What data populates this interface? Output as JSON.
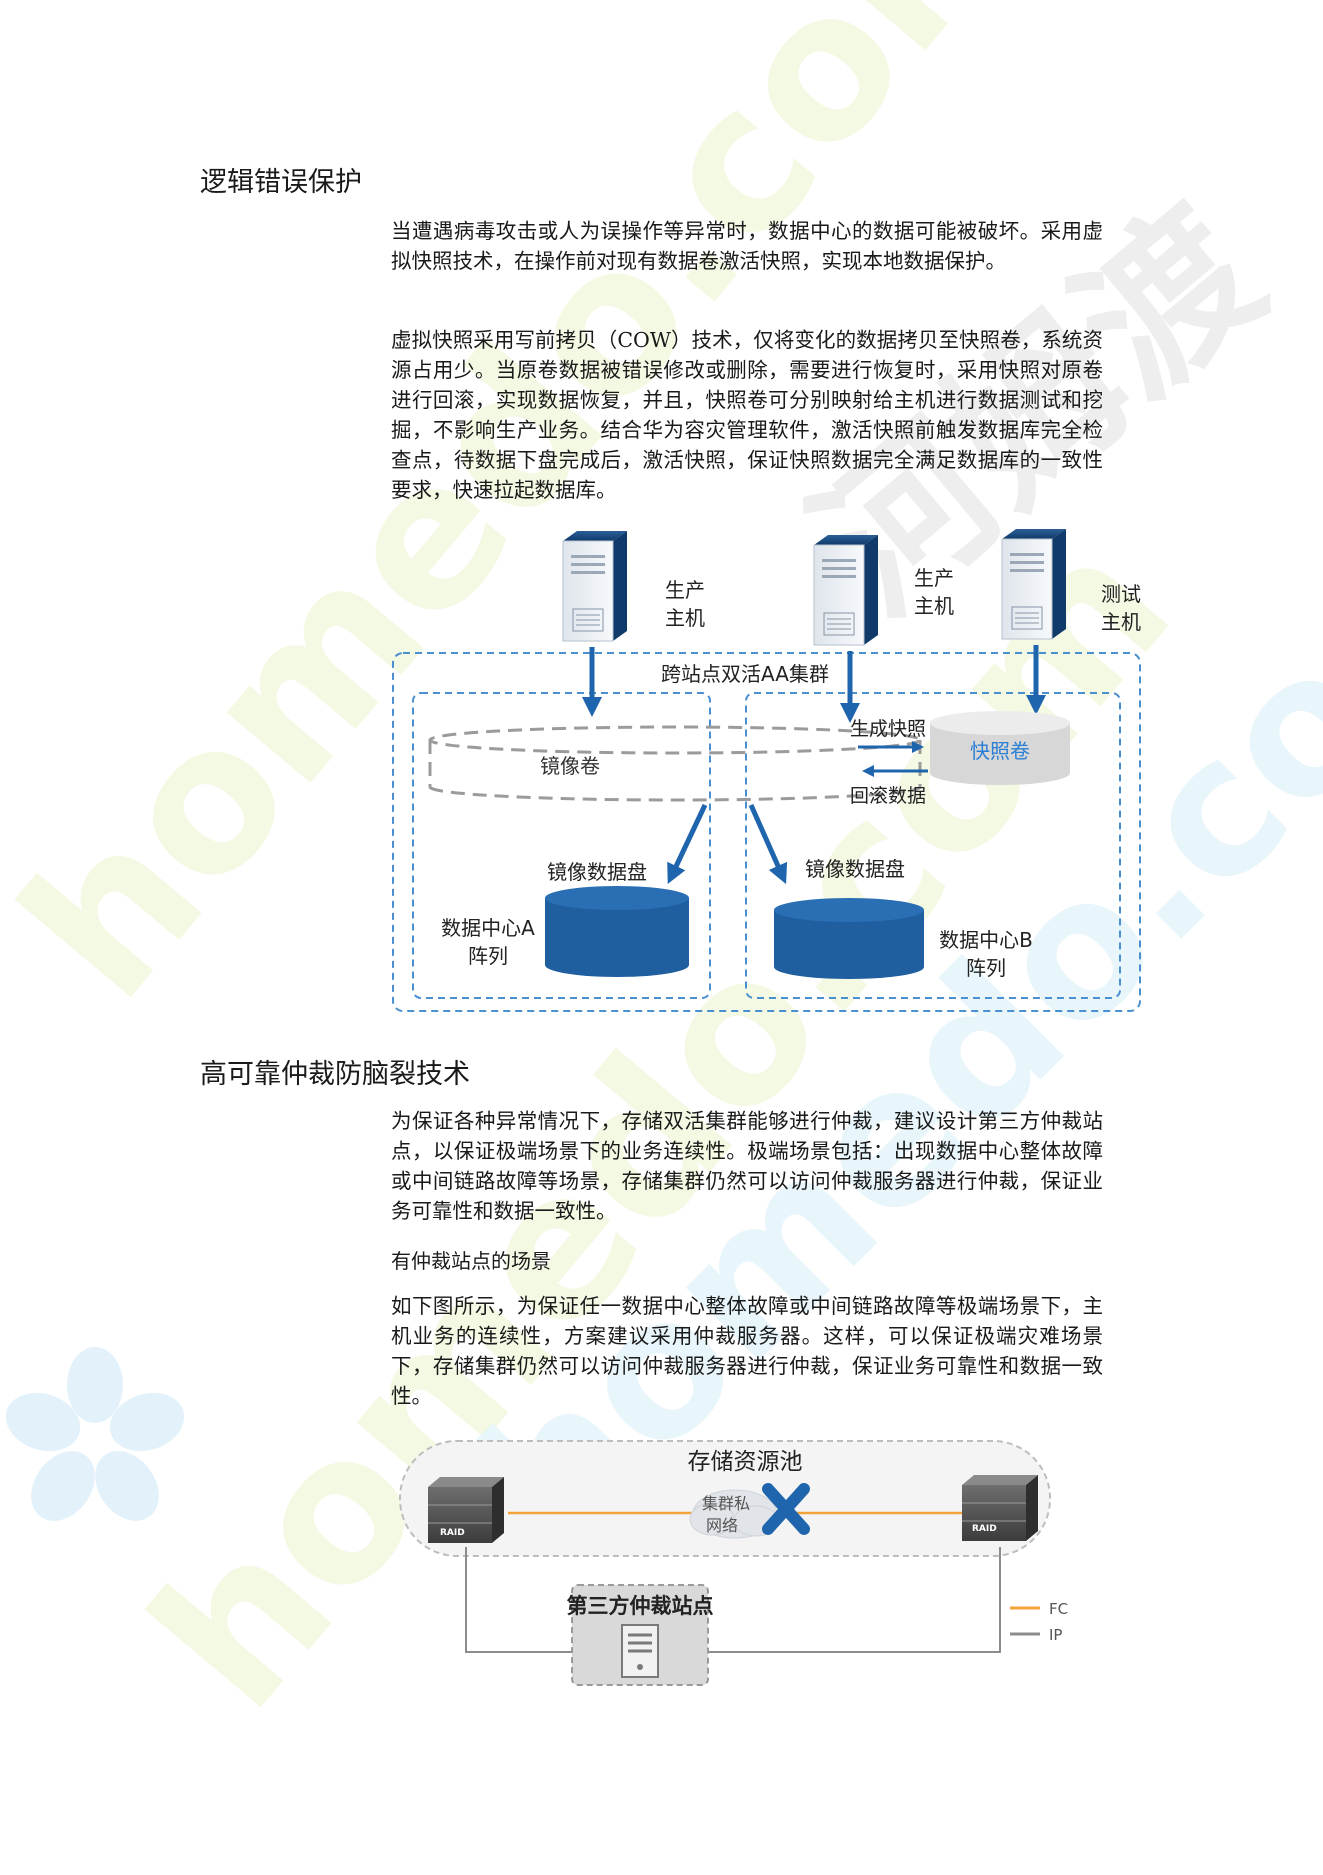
{
  "section1": {
    "title": "逻辑错误保护",
    "p1": "当遭遇病毒攻击或人为误操作等异常时，数据中心的数据可能被破坏。采用虚拟快照技术，在操作前对现有数据卷激活快照，实现本地数据保护。",
    "p2": "虚拟快照采用写前拷贝（COW）技术，仅将变化的数据拷贝至快照卷，系统资源占用少。当原卷数据被错误修改或删除，需要进行恢复时，采用快照对原卷进行回滚，实现数据恢复，并且，快照卷可分别映射给主机进行数据测试和挖掘，不影响生产业务。结合华为容灾管理软件，激活快照前触发数据库完全检查点，待数据下盘完成后，激活快照，保证快照数据完全满足数据库的一致性要求，快速拉起数据库。"
  },
  "figure1": {
    "host1_line1": "生产",
    "host1_line2": "主机",
    "host2_line1": "生产",
    "host2_line2": "主机",
    "host3_line1": "测试",
    "host3_line2": "主机",
    "cluster_label": "跨站点双活AA集群",
    "mirror_volume": "镜像卷",
    "snapshot_volume": "快照卷",
    "create_snapshot": "生成快照",
    "rollback": "回滚数据",
    "mirror_disk_a": "镜像数据盘",
    "mirror_disk_b": "镜像数据盘",
    "dc_a_line1": "数据中心A",
    "dc_a_line2": "阵列",
    "dc_b_line1": "数据中心B",
    "dc_b_line2": "阵列"
  },
  "section2": {
    "title": "高可靠仲裁防脑裂技术",
    "p1": "为保证各种异常情况下，存储双活集群能够进行仲裁，建议设计第三方仲裁站点，以保证极端场景下的业务连续性。极端场景包括：出现数据中心整体故障或中间链路故障等场景，存储集群仍然可以访问仲裁服务器进行仲裁，保证业务可靠性和数据一致性。",
    "sub": "有仲裁站点的场景",
    "p2": "如下图所示，为保证任一数据中心整体故障或中间链路故障等极端场景下，主机业务的连续性，方案建议采用仲裁服务器。这样，可以保证极端灾难场景下，存储集群仍然可以访问仲裁服务器进行仲裁，保证业务可靠性和数据一致性。"
  },
  "figure2": {
    "pool_label": "存储资源池",
    "network_line1": "集群私",
    "network_line2": "网络",
    "quorum_site": "第三方仲裁站点",
    "raid_left": "RAID",
    "raid_right": "RAID",
    "legend_fc": "FC",
    "legend_ip": "IP"
  },
  "colors": {
    "accent_blue": "#1f65ad",
    "snapshot_text": "#2a7fd4",
    "fc_orange": "#f4a33a",
    "ip_gray": "#8c8c8c",
    "dashed_blue": "#4a8fd0"
  },
  "watermark": {
    "latin": "homedo.com",
    "cjk": "河姆渡"
  }
}
